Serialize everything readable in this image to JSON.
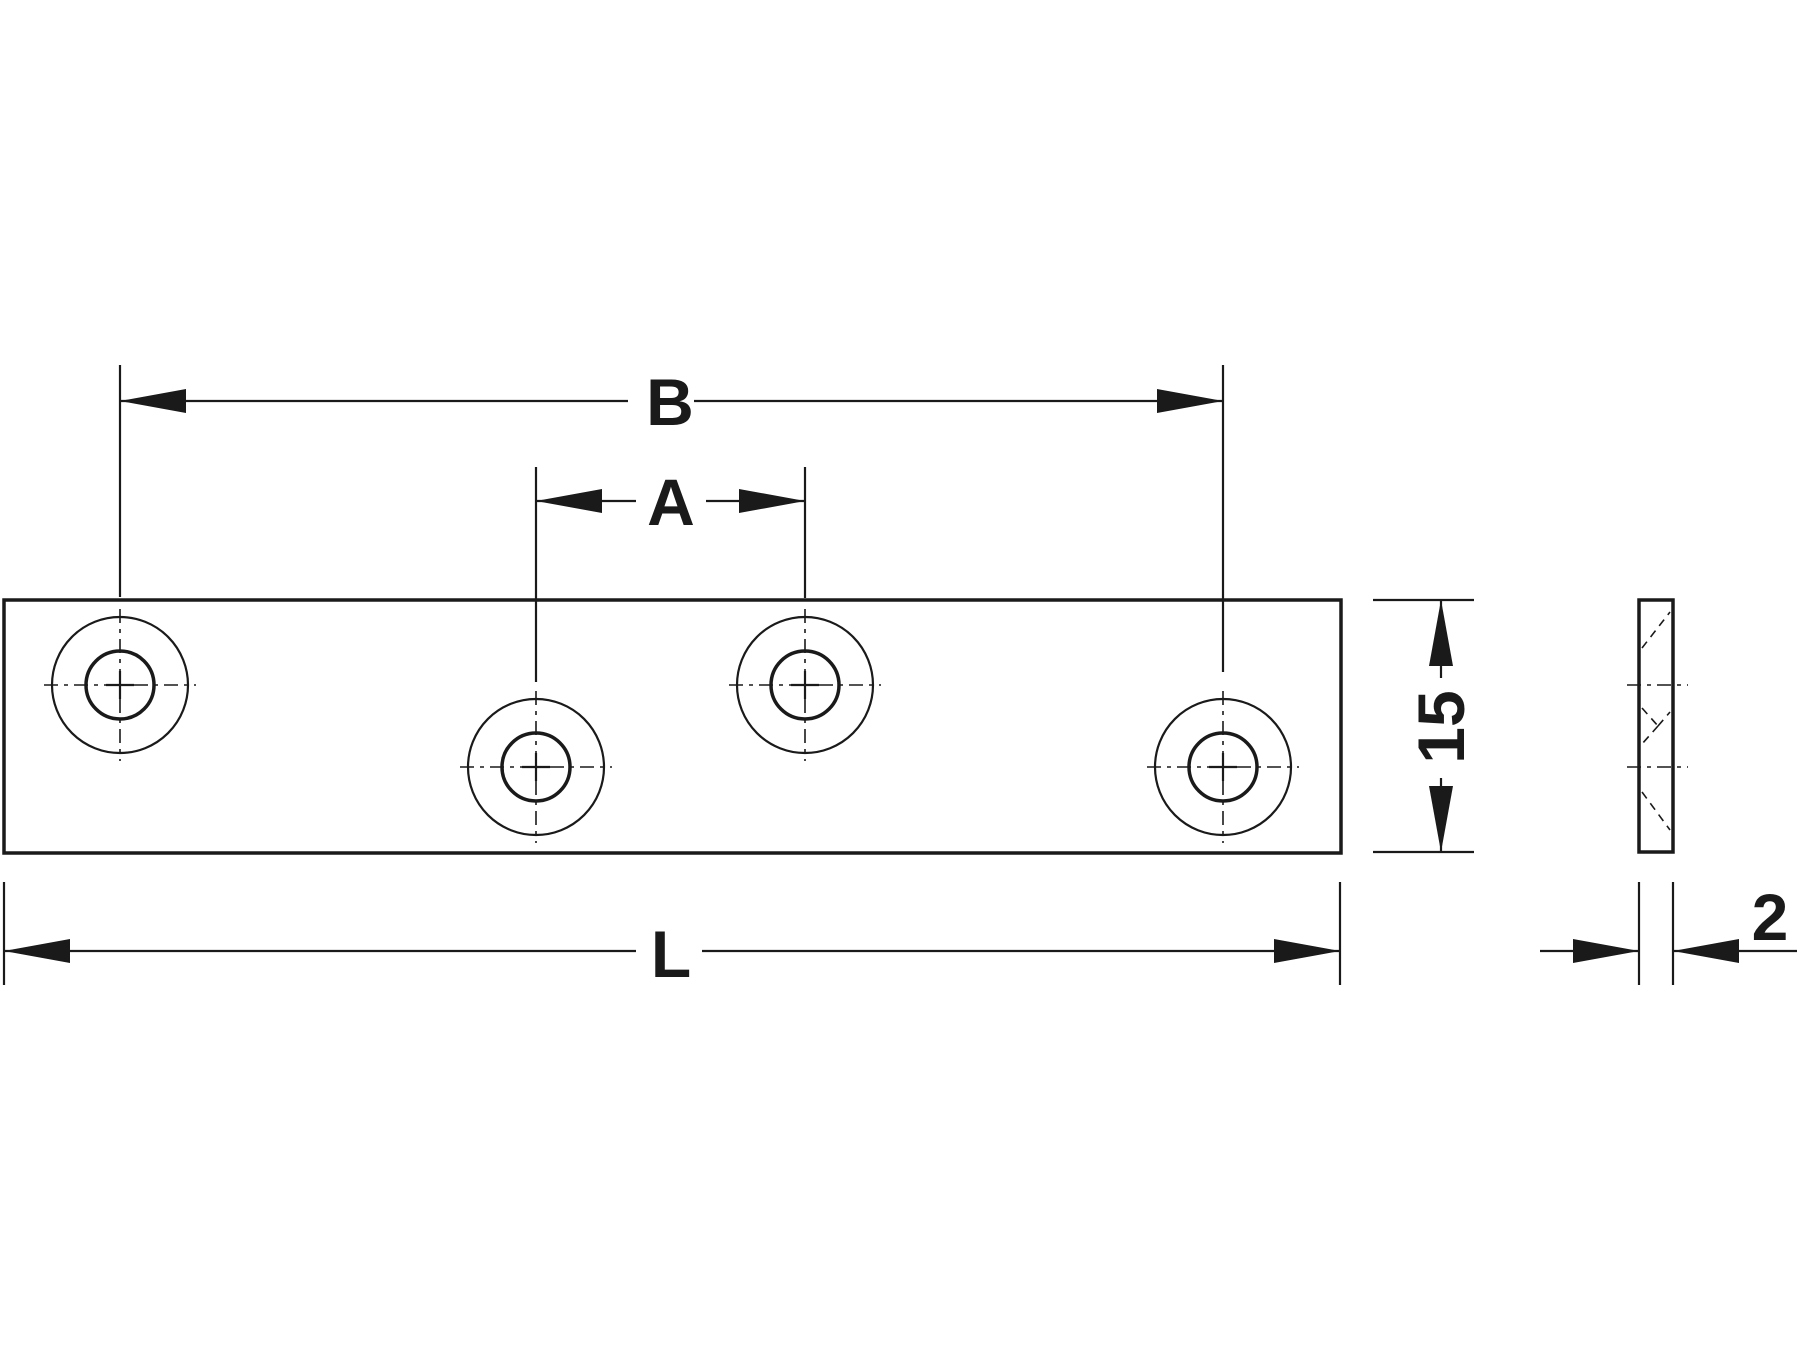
{
  "drawing": {
    "dimensions": {
      "b": "B",
      "a": "A",
      "l": "L",
      "height": "15",
      "thickness": "2"
    }
  }
}
